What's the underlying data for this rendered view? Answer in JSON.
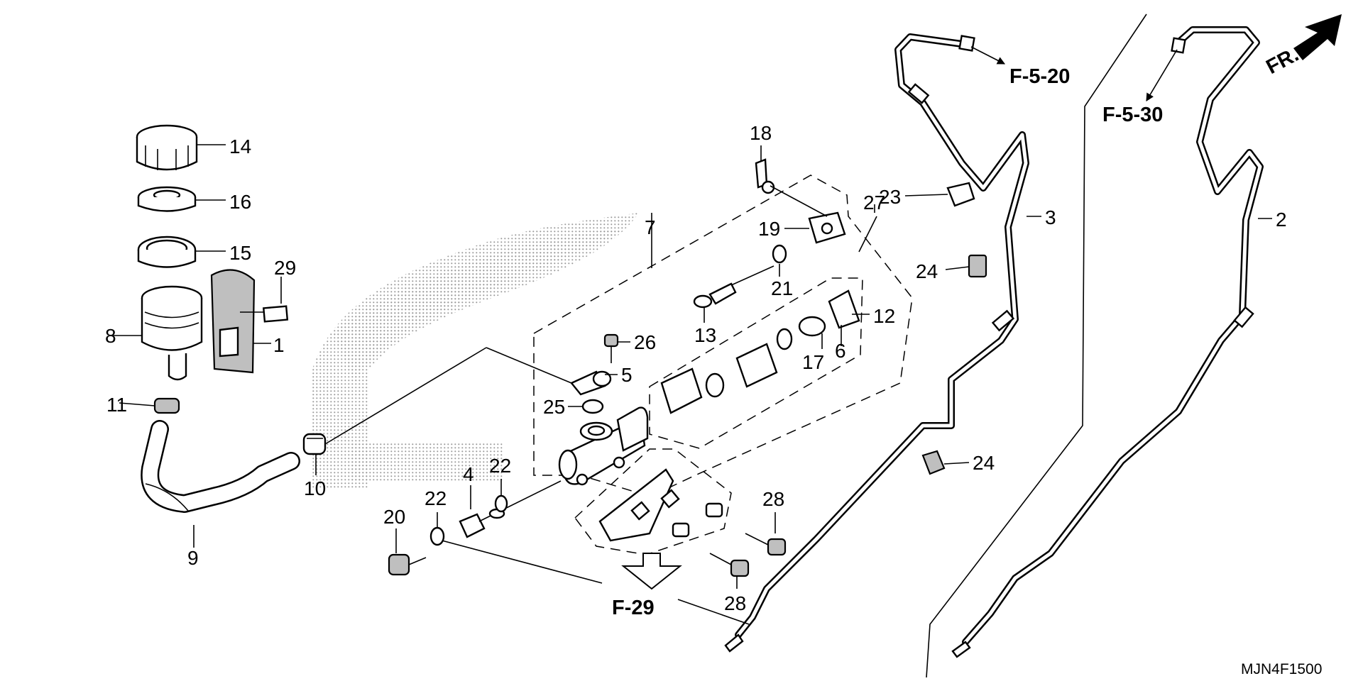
{
  "diagram": {
    "code": "MJN4F1500",
    "direction_label": "FR.",
    "refs": [
      "F-5-20",
      "F-5-30",
      "F-29"
    ],
    "callouts": {
      "c1": "1",
      "c2": "2",
      "c3": "3",
      "c4": "4",
      "c5": "5",
      "c6": "6",
      "c7": "7",
      "c8": "8",
      "c9": "9",
      "c10": "10",
      "c11": "11",
      "c12": "12",
      "c13": "13",
      "c14": "14",
      "c15": "15",
      "c16": "16",
      "c17": "17",
      "c18": "18",
      "c19": "19",
      "c20": "20",
      "c21": "21",
      "c22a": "22",
      "c22b": "22",
      "c23": "23",
      "c24a": "24",
      "c24b": "24",
      "c25": "25",
      "c26": "26",
      "c27": "27",
      "c28a": "28",
      "c28b": "28",
      "c29": "29"
    }
  }
}
